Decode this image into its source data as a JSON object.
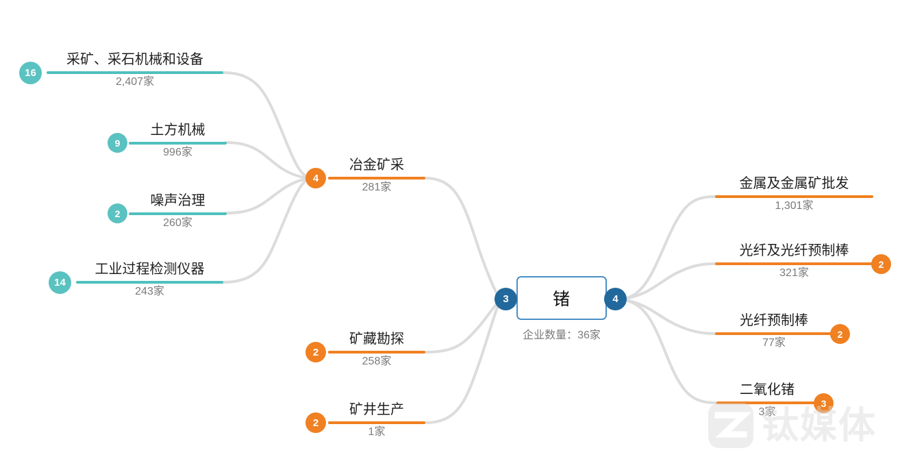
{
  "diagram": {
    "type": "mindmap",
    "center": {
      "label": "锗",
      "subtitle": "企业数量：36家",
      "left_badge": "3",
      "right_badge": "4"
    },
    "branch_node": {
      "label": "冶金矿采",
      "count": "281家",
      "badge": "4"
    },
    "left_leaves": [
      {
        "label": "采矿、采石机械和设备",
        "count": "2,407家",
        "badge": "16"
      },
      {
        "label": "土方机械",
        "count": "996家",
        "badge": "9"
      },
      {
        "label": "噪声治理",
        "count": "260家",
        "badge": "2"
      },
      {
        "label": "工业过程检测仪器",
        "count": "243家",
        "badge": "14"
      }
    ],
    "mid_nodes": [
      {
        "label": "矿藏勘探",
        "count": "258家",
        "badge": "2"
      },
      {
        "label": "矿井生产",
        "count": "1家",
        "badge": "2"
      }
    ],
    "right_leaves": [
      {
        "label": "金属及金属矿批发",
        "count": "1,301家",
        "badge": ""
      },
      {
        "label": "光纤及光纤预制棒",
        "count": "321家",
        "badge": "2"
      },
      {
        "label": "光纤预制棒",
        "count": "77家",
        "badge": "2"
      },
      {
        "label": "二氧化锗",
        "count": "3家",
        "badge": "3"
      }
    ],
    "watermark": {
      "text": "钛媒体"
    },
    "colors": {
      "teal": "#4fc0bd",
      "orange": "#f08021",
      "blue": "#21689c",
      "center_border": "#4a90c4",
      "link": "#dcdcdc",
      "title_text": "#1f1f1f",
      "count_text": "#7b7b7b"
    }
  }
}
